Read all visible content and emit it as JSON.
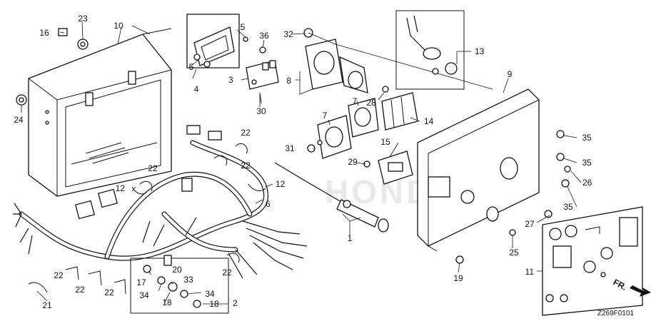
{
  "diagram": {
    "code": "Z269F0101",
    "direction_label": "FR.",
    "watermark": "HONDA",
    "colors": {
      "line": "#111111",
      "paper": "#ffffff",
      "watermark": "#e9e9e9"
    }
  },
  "callouts": [
    {
      "id": "c1",
      "label": "1"
    },
    {
      "id": "c2",
      "label": "2"
    },
    {
      "id": "c3",
      "label": "3"
    },
    {
      "id": "c4",
      "label": "4"
    },
    {
      "id": "c5a",
      "label": "5"
    },
    {
      "id": "c5b",
      "label": "5"
    },
    {
      "id": "c6",
      "label": "6"
    },
    {
      "id": "c7a",
      "label": "7"
    },
    {
      "id": "c7b",
      "label": "7"
    },
    {
      "id": "c8",
      "label": "8"
    },
    {
      "id": "c9",
      "label": "9"
    },
    {
      "id": "c10",
      "label": "10"
    },
    {
      "id": "c11",
      "label": "11"
    },
    {
      "id": "c12a",
      "label": "12"
    },
    {
      "id": "c12b",
      "label": "12"
    },
    {
      "id": "c13",
      "label": "13"
    },
    {
      "id": "c14",
      "label": "14"
    },
    {
      "id": "c15",
      "label": "15"
    },
    {
      "id": "c16",
      "label": "16"
    },
    {
      "id": "c17",
      "label": "17"
    },
    {
      "id": "c18a",
      "label": "18"
    },
    {
      "id": "c18b",
      "label": "18"
    },
    {
      "id": "c19",
      "label": "19"
    },
    {
      "id": "c20",
      "label": "20"
    },
    {
      "id": "c21",
      "label": "21"
    },
    {
      "id": "c22a",
      "label": "22"
    },
    {
      "id": "c22b",
      "label": "22"
    },
    {
      "id": "c22c",
      "label": "22"
    },
    {
      "id": "c22d",
      "label": "22"
    },
    {
      "id": "c22e",
      "label": "22"
    },
    {
      "id": "c22f",
      "label": "22"
    },
    {
      "id": "c22g",
      "label": "22"
    },
    {
      "id": "c23",
      "label": "23"
    },
    {
      "id": "c24",
      "label": "24"
    },
    {
      "id": "c25",
      "label": "25"
    },
    {
      "id": "c26",
      "label": "26"
    },
    {
      "id": "c27",
      "label": "27"
    },
    {
      "id": "c28",
      "label": "28"
    },
    {
      "id": "c29",
      "label": "29"
    },
    {
      "id": "c30",
      "label": "30"
    },
    {
      "id": "c31",
      "label": "31"
    },
    {
      "id": "c32",
      "label": "32"
    },
    {
      "id": "c33",
      "label": "33"
    },
    {
      "id": "c34a",
      "label": "34"
    },
    {
      "id": "c34b",
      "label": "34"
    },
    {
      "id": "c35a",
      "label": "35"
    },
    {
      "id": "c35b",
      "label": "35"
    },
    {
      "id": "c35c",
      "label": "35"
    },
    {
      "id": "c36",
      "label": "36"
    }
  ]
}
